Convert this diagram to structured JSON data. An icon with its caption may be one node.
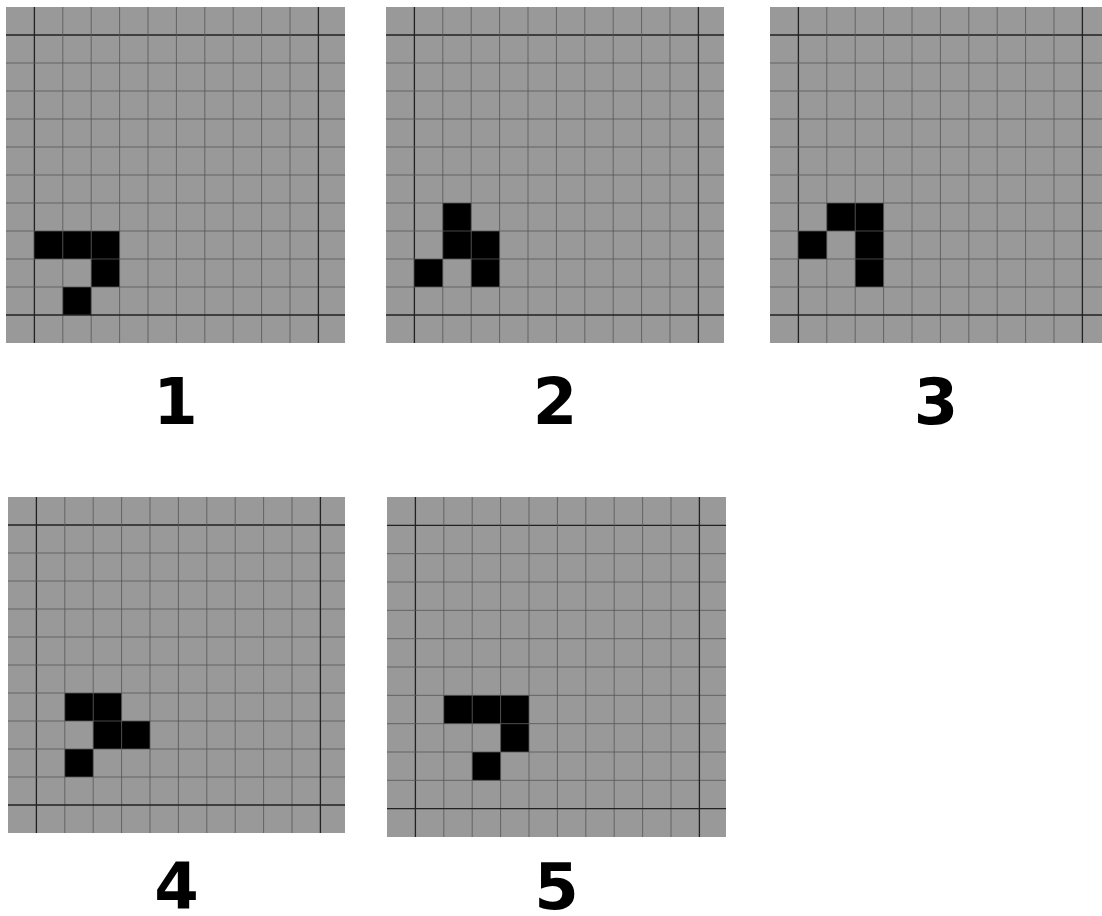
{
  "diagram": {
    "labels": [
      "1",
      "2",
      "3",
      "4",
      "5"
    ]
  }
}
